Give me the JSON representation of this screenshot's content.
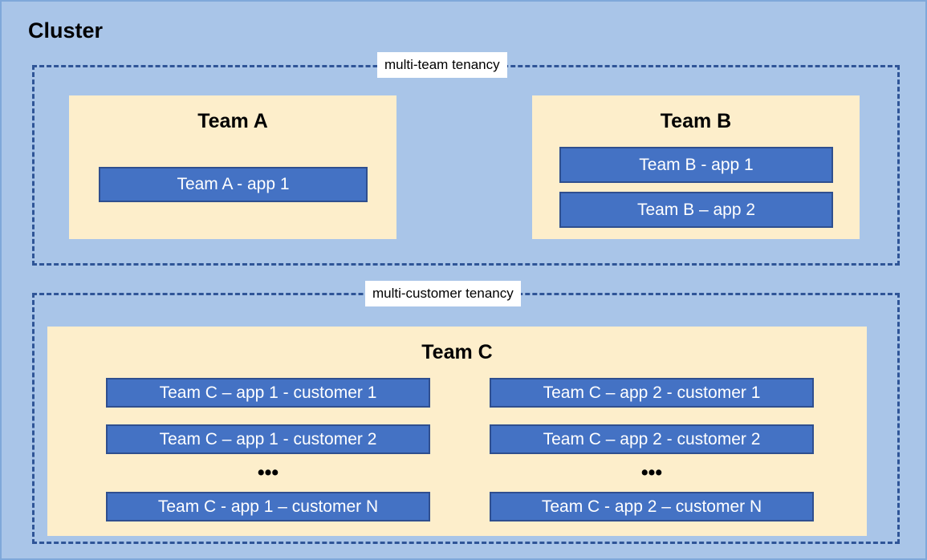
{
  "diagram": {
    "title": "Cluster",
    "background_color": "#a9c5e8",
    "zones": [
      {
        "id": "multi-team",
        "label": "multi-team tenancy",
        "border_color": "#2f5597"
      },
      {
        "id": "multi-customer",
        "label": "multi-customer tenancy",
        "border_color": "#2f5597"
      }
    ],
    "teams": {
      "team_a": {
        "title": "Team A",
        "panel_color": "#fdeecb",
        "apps": [
          {
            "label": "Team A - app 1"
          }
        ]
      },
      "team_b": {
        "title": "Team B",
        "panel_color": "#fdeecb",
        "apps": [
          {
            "label": "Team B - app 1"
          },
          {
            "label": "Team B – app 2"
          }
        ]
      },
      "team_c": {
        "title": "Team C",
        "panel_color": "#fdeecb",
        "ellipsis": "•••",
        "app1_column": [
          {
            "label": "Team C – app 1 - customer 1"
          },
          {
            "label": "Team C – app 1 - customer 2"
          },
          {
            "label": "Team C - app 1 – customer N"
          }
        ],
        "app2_column": [
          {
            "label": "Team C – app 2 - customer 1"
          },
          {
            "label": "Team C – app 2 - customer 2"
          },
          {
            "label": "Team C - app 2 – customer N"
          }
        ]
      }
    },
    "colors": {
      "app_box_fill": "#4472c4",
      "app_box_border": "#2f4f8f",
      "panel_fill": "#fdeecb",
      "zone_border": "#2f5597",
      "canvas_fill": "#a9c5e8",
      "text_on_app": "#ffffff",
      "text_primary": "#000000"
    }
  }
}
